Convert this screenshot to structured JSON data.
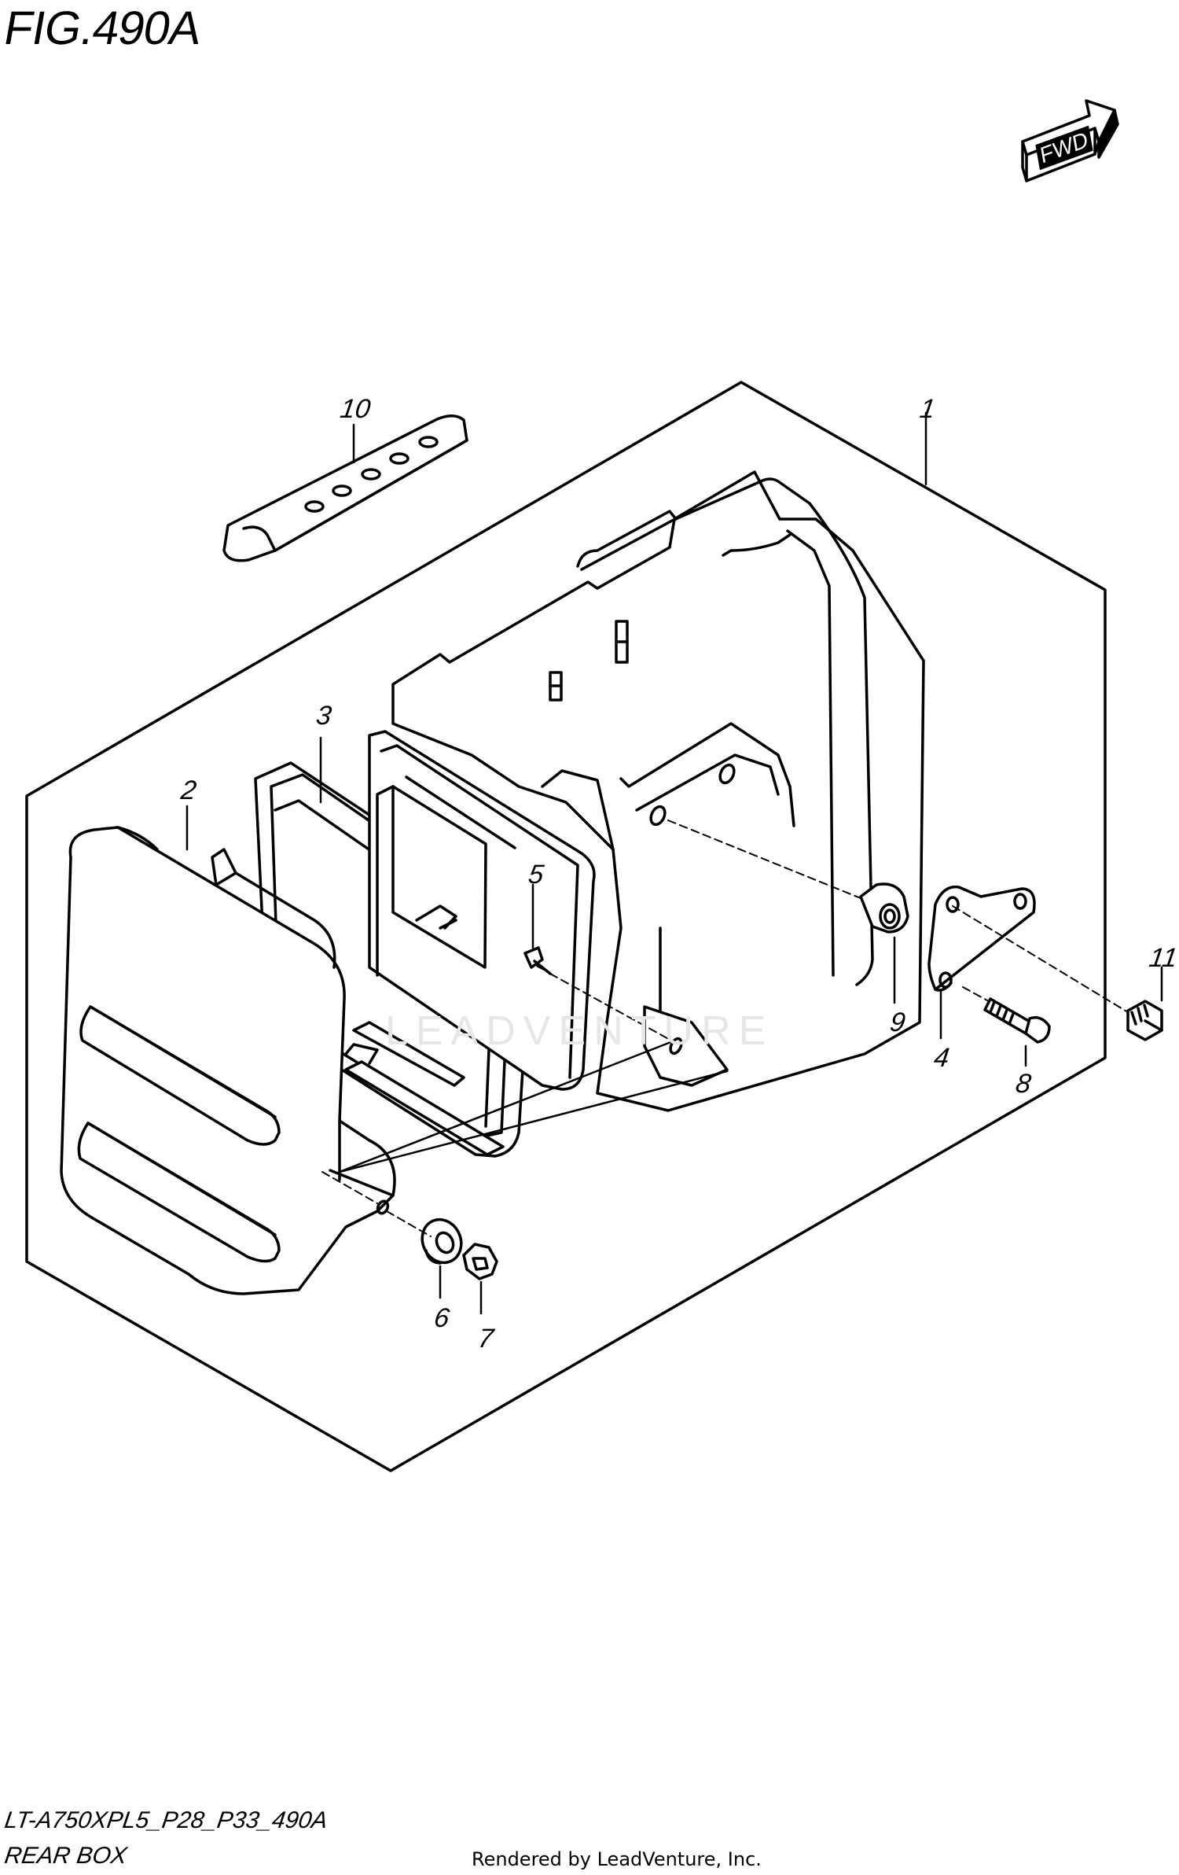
{
  "figure": {
    "title": "FIG.490A",
    "model_code": "LT-A750XPL5_P28_P33_490A",
    "subtitle": "REAR BOX",
    "rendered_by": "Rendered by LeadVenture, Inc.",
    "watermark": "LEADVENTURE",
    "fwd_label": "FWD"
  },
  "callouts": [
    {
      "label": "1"
    },
    {
      "label": "2"
    },
    {
      "label": "3"
    },
    {
      "label": "4"
    },
    {
      "label": "5"
    },
    {
      "label": "6"
    },
    {
      "label": "7"
    },
    {
      "label": "8"
    },
    {
      "label": "9"
    },
    {
      "label": "10"
    },
    {
      "label": "11"
    }
  ]
}
